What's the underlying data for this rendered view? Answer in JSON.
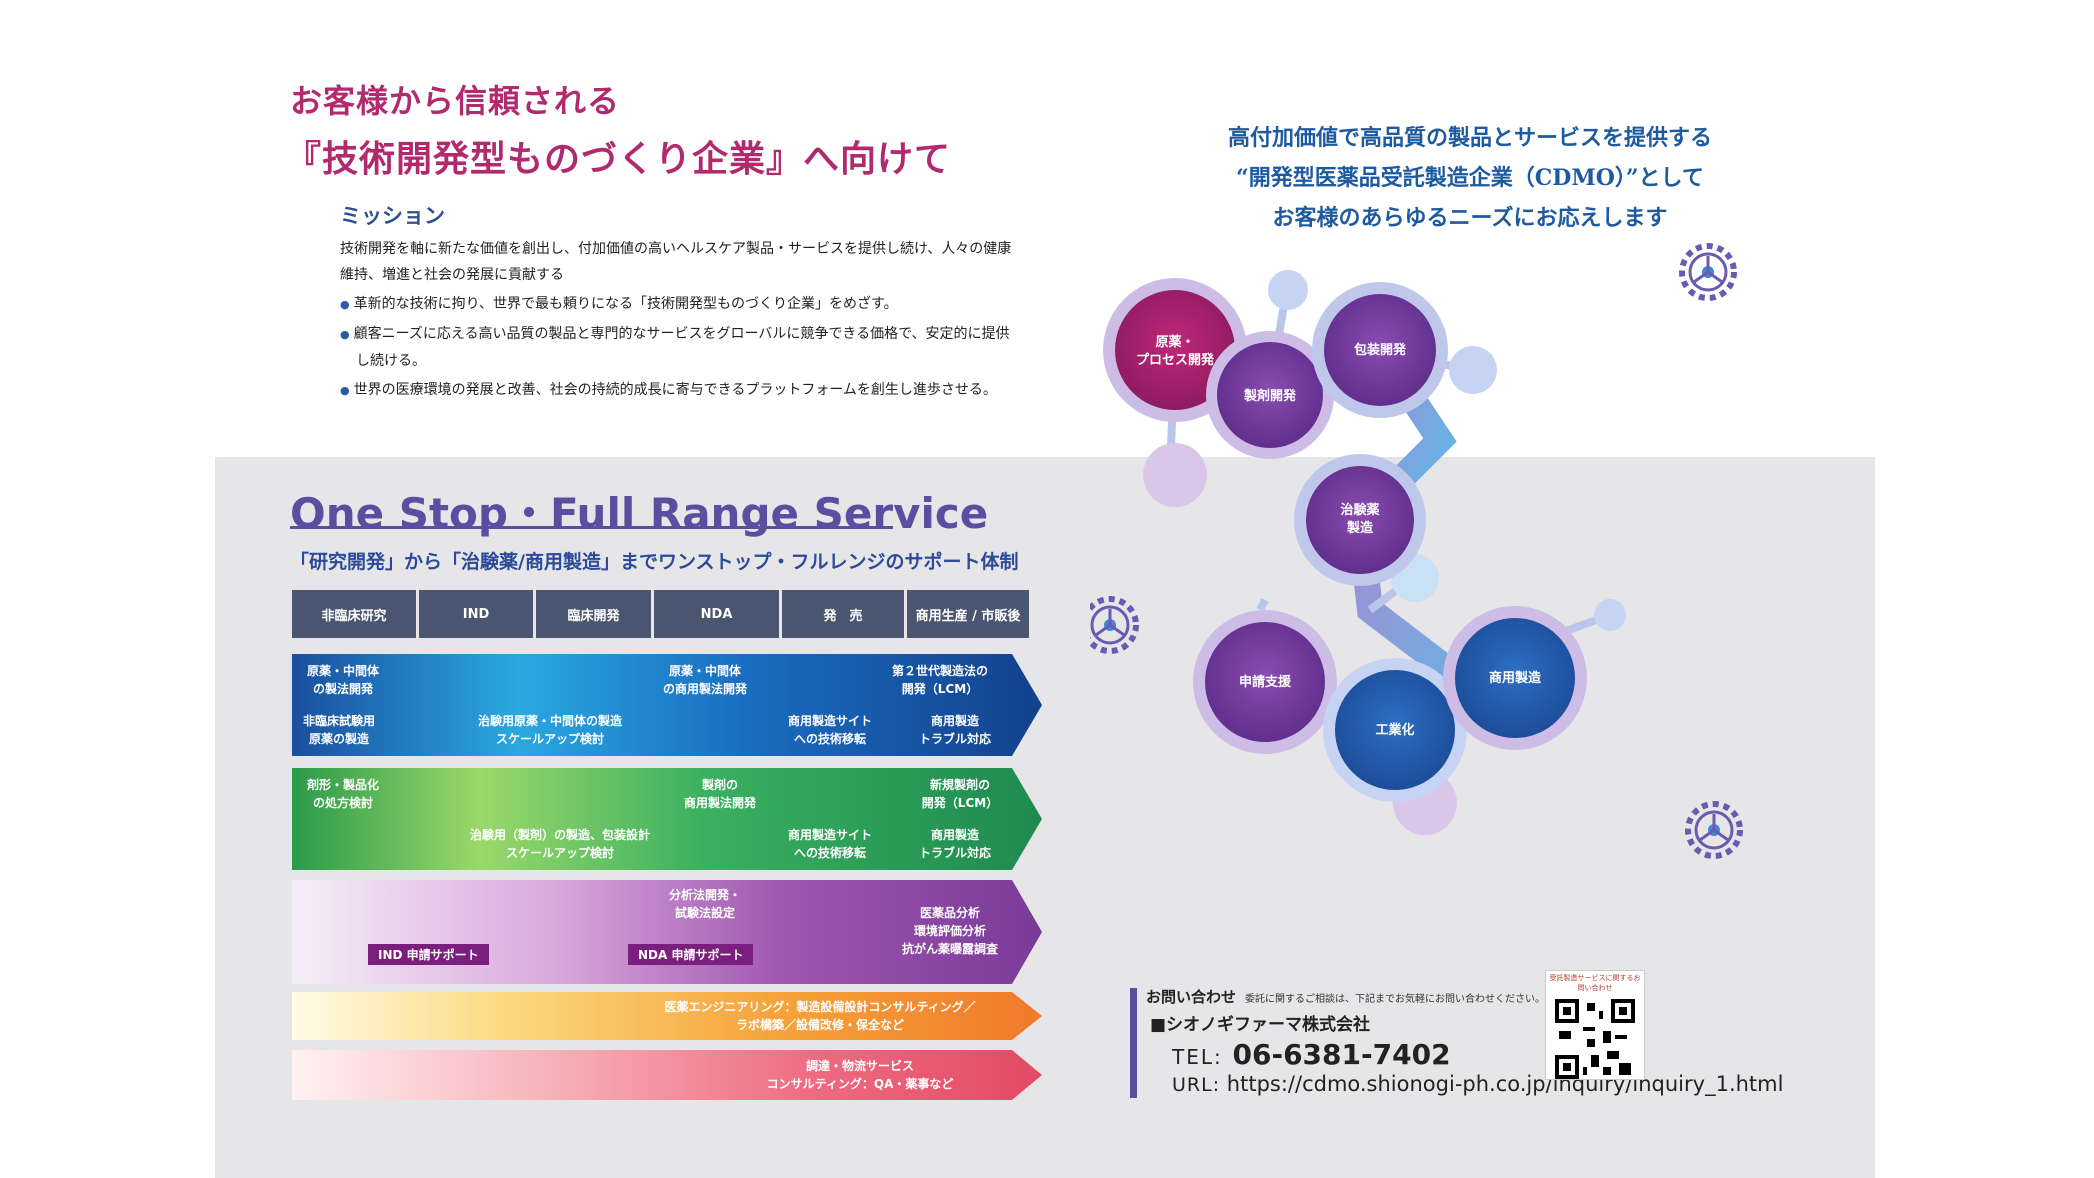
{
  "headline": {
    "line1": "お客様から信頼される",
    "line2": "『技術開発型ものづくり企業』へ向けて"
  },
  "mission": {
    "heading": "ミッション",
    "intro": "技術開発を軸に新たな価値を創出し、付加価値の高いヘルスケア製品・サービスを提供し続け、人々の健康維持、増進と社会の発展に貢献する",
    "bullets": [
      "革新的な技術に拘り、世界で最も頼りになる「技術開発型ものづくり企業」をめざす。",
      "顧客ニーズに応える高い品質の製品と専門的なサービスをグローバルに競争できる価格で、安定的に提供し続ける。",
      "世界の医療環境の発展と改善、社会の持続的成長に寄与できるプラットフォームを創生し進歩させる。"
    ]
  },
  "tagline": {
    "line1": "高付加価値で高品質の製品とサービスを提供する",
    "line2": "“開発型医薬品受託製造企業（CDMO）”として",
    "line3": "お客様のあらゆるニーズにお応えします"
  },
  "network": {
    "nodes": [
      "原薬・",
      "プロセス開発",
      "製剤開発",
      "包装開発",
      "治験薬",
      "製造",
      "申請支援",
      "工業化",
      "商用製造"
    ]
  },
  "onestop": {
    "title": "One Stop・Full Range Service",
    "subtitle": "「研究開発」から「治験薬/商用製造」までワンストップ・フルレンジのサポート体制",
    "phases": [
      "非臨床研究",
      "IND",
      "臨床開発",
      "NDA",
      "発　売",
      "商用生産 / 市販後"
    ],
    "rows": {
      "api_top": [
        "原薬・中間体",
        "の製法開発",
        "原薬・中間体",
        "の商用製法開発",
        "第２世代製造法の",
        "開発（LCM）"
      ],
      "api_bottom": [
        "非臨床試験用",
        "原薬の製造",
        "治験用原薬・中間体の製造",
        "スケールアップ検討",
        "商用製造サイト",
        "への技術移転",
        "商用製造",
        "トラブル対応"
      ],
      "form_top": [
        "剤形・製品化",
        "の処方検討",
        "製剤の",
        "商用製法開発",
        "新規製剤の",
        "開発（LCM）"
      ],
      "form_bottom": [
        "治験用（製剤）の製造、包装設計",
        "スケールアップ検討",
        "商用製造サイト",
        "への技術移転",
        "商用製造",
        "トラブル対応"
      ],
      "analysis": [
        "分析法開発・",
        "試験法設定",
        "医薬品分析",
        "環境評価分析",
        "抗がん薬曝露調査",
        "IND 申請サポート",
        "NDA 申請サポート"
      ],
      "engineering": [
        "医薬エンジニアリング：製造設備設計コンサルティング／",
        "ラボ構築／設備改修・保全など"
      ],
      "logistics": [
        "調達・物流サービス",
        "コンサルティング：QA・薬事など"
      ]
    }
  },
  "contact": {
    "heading": "お問い合わせ",
    "note": "委託に関するご相談は、下記までお気軽にお問い合わせください。",
    "company": "■シオノギファーマ株式会社",
    "tel_label": "TEL:",
    "tel": "06-6381-7402",
    "url_label": "URL:",
    "url": "https://cdmo.shionogi-ph.co.jp/inquiry/inquiry_1.html",
    "qr_caption": "受託製造サービスに関するお問い合わせ"
  }
}
